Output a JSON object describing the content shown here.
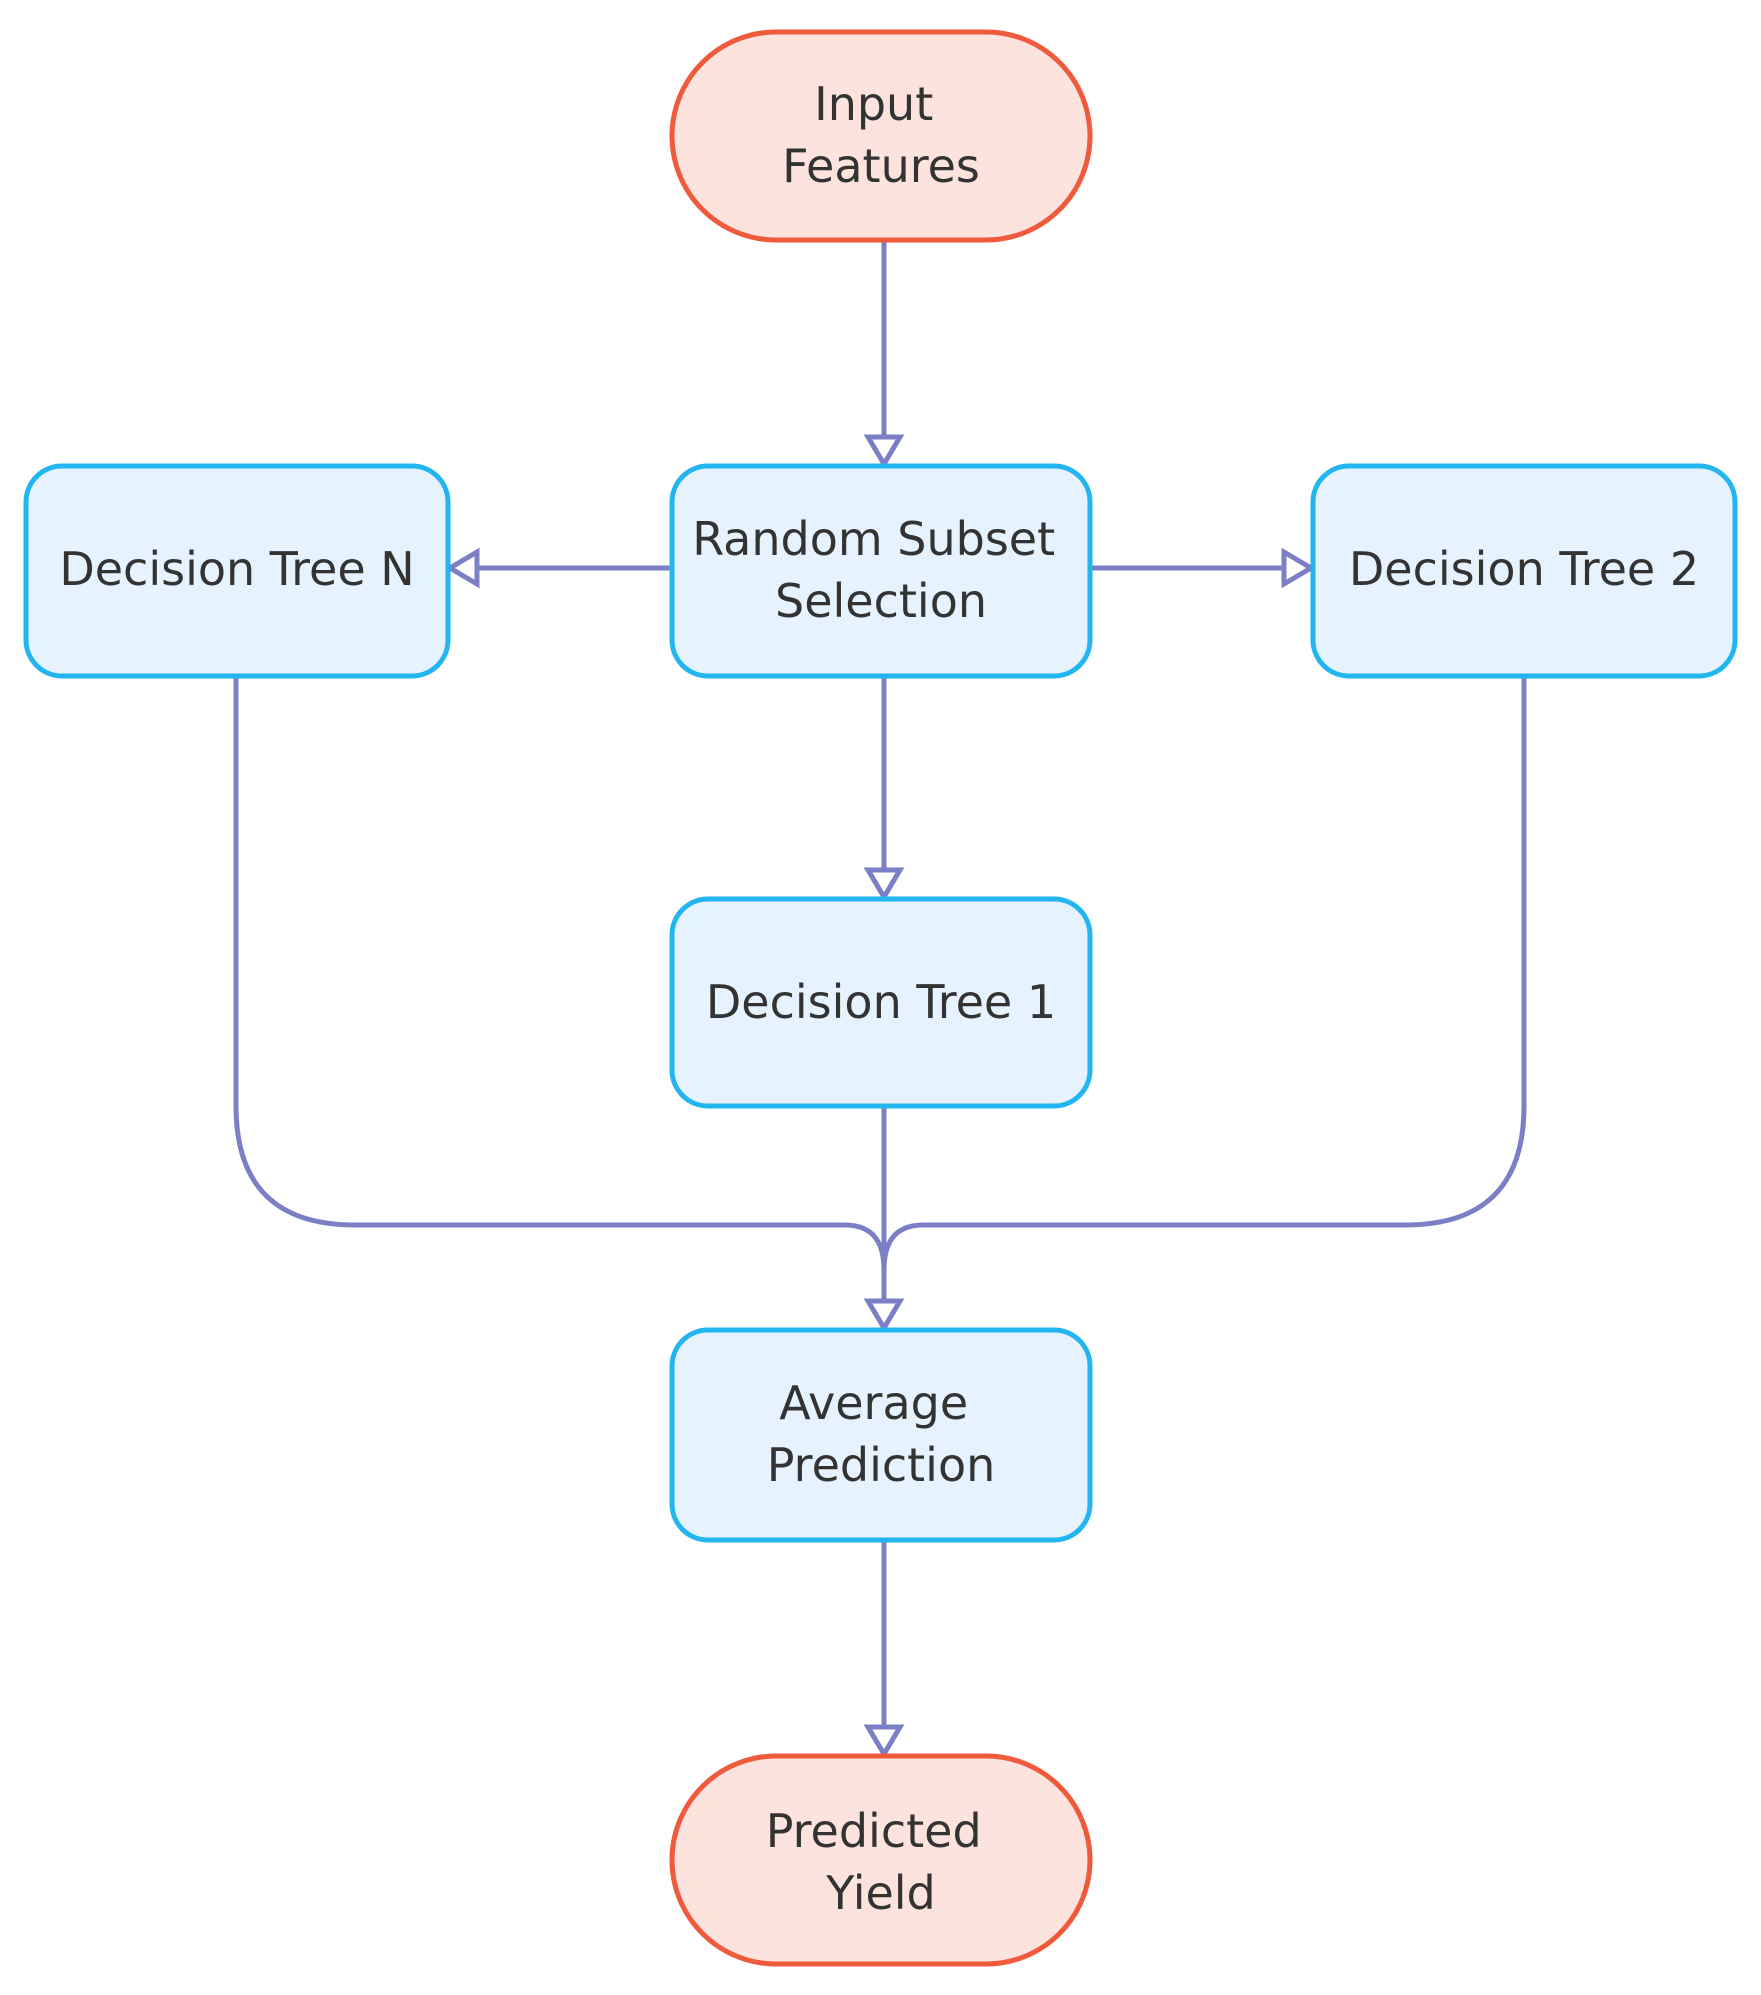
{
  "colors": {
    "terminal_fill": "#fde3de",
    "terminal_stroke": "#f05a3c",
    "process_fill": "#e6f2fd",
    "process_stroke": "#22b5ef",
    "edge": "#7b7fc6",
    "text": "#333333"
  },
  "nodes": {
    "input_features": [
      "Input",
      "Features"
    ],
    "random_subset": [
      "Random Subset",
      "Selection"
    ],
    "tree_n": [
      "Decision Tree N"
    ],
    "tree_2": [
      "Decision Tree 2"
    ],
    "tree_1": [
      "Decision Tree 1"
    ],
    "average_prediction": [
      "Average",
      "Prediction"
    ],
    "predicted_yield": [
      "Predicted",
      "Yield"
    ]
  },
  "edges": [
    {
      "from": "input_features",
      "to": "random_subset"
    },
    {
      "from": "random_subset",
      "to": "tree_n"
    },
    {
      "from": "random_subset",
      "to": "tree_2"
    },
    {
      "from": "random_subset",
      "to": "tree_1"
    },
    {
      "from": "tree_n",
      "to": "average_prediction"
    },
    {
      "from": "tree_1",
      "to": "average_prediction"
    },
    {
      "from": "tree_2",
      "to": "average_prediction"
    },
    {
      "from": "average_prediction",
      "to": "predicted_yield"
    }
  ]
}
